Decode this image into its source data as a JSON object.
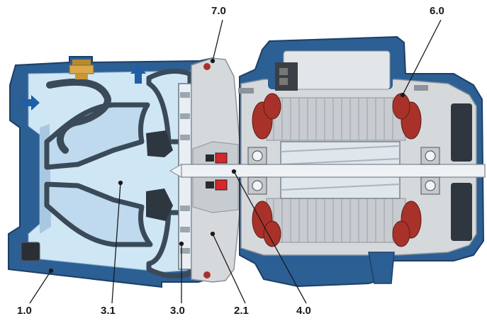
{
  "diagram": {
    "callouts": [
      {
        "id": "1.0",
        "label": "1.0"
      },
      {
        "id": "3.1",
        "label": "3.1"
      },
      {
        "id": "3.0",
        "label": "3.0"
      },
      {
        "id": "2.1",
        "label": "2.1"
      },
      {
        "id": "4.0",
        "label": "4.0"
      },
      {
        "id": "6.0",
        "label": "6.0"
      },
      {
        "id": "7.0",
        "label": "7.0"
      }
    ],
    "colors": {
      "casing_outline": "#2c5f94",
      "pump_body_water": "#cfe6f5",
      "motor_housing": "#d6d9dc",
      "stator_laminations": "#c8ccd0",
      "winding_copper": "#a8322a",
      "arrow": "#1f5fa6",
      "label_text": "#1a1a1a"
    },
    "icons": [
      "flow-arrow-icon",
      "brass-plug-icon",
      "capacitor-box-icon",
      "bearing-icon",
      "mechanical-seal-icon"
    ]
  }
}
